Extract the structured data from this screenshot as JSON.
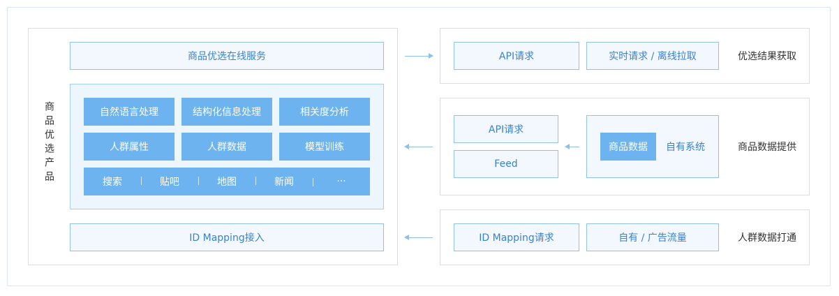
{
  "left": {
    "vertical_label": "商品优选产品",
    "online_service": "商品优选在线服务",
    "capabilities": [
      "自然语言处理",
      "结构化信息处理",
      "相关度分析",
      "人群属性",
      "人群数据",
      "模型训练"
    ],
    "channels": [
      "搜索",
      "贴吧",
      "地图",
      "新闻",
      "···"
    ],
    "id_mapping_access": "ID Mapping接入"
  },
  "rows": [
    {
      "api_request": "API请求",
      "mode": "实时请求 / 离线拉取",
      "label": "优选结果获取"
    },
    {
      "api_request": "API请求",
      "feed": "Feed",
      "product_data": "商品数据",
      "own_system": "自有系统",
      "label": "商品数据提供"
    },
    {
      "id_mapping_request": "ID Mapping请求",
      "traffic": "自有 / 广告流量",
      "label": "人群数据打通"
    }
  ],
  "colors": {
    "accent": "#6cb3ef",
    "accent_text": "#3a82d0",
    "border_light": "#92c1ea",
    "panel_border": "#dcdcdc",
    "outer_border": "#d9e9f0"
  }
}
